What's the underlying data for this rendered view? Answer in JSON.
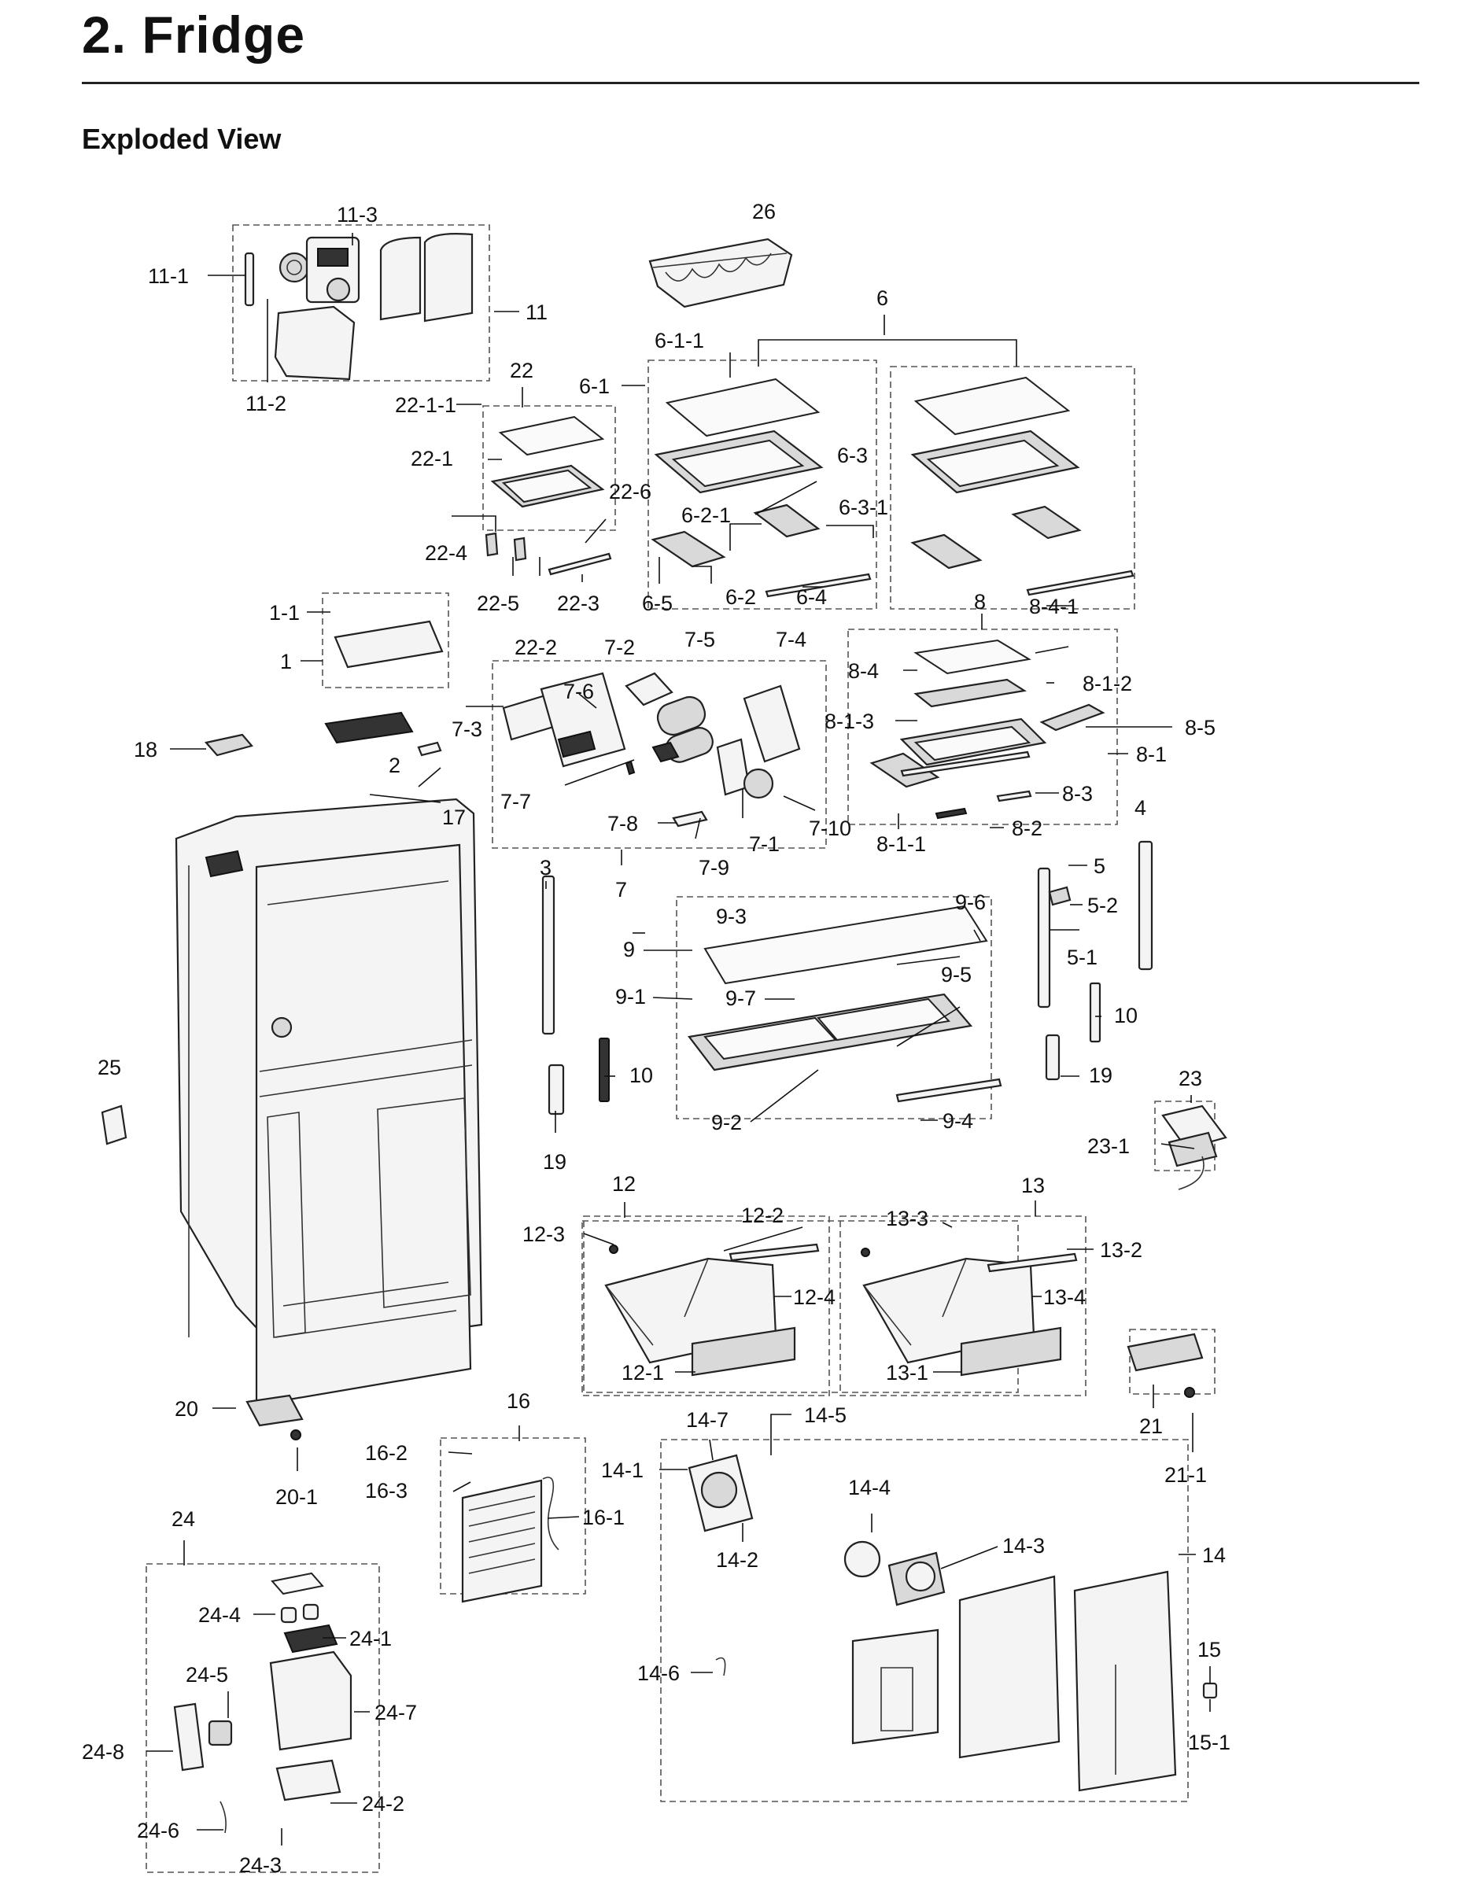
{
  "header": {
    "title": "2.  Fridge",
    "section": "Exploded View"
  },
  "labels": {
    "l_11_3": "11-3",
    "l_11_1": "11-1",
    "l_11": "11",
    "l_11_2": "11-2",
    "l_26": "26",
    "l_6": "6",
    "l_6_1_1": "6-1-1",
    "l_6_1": "6-1",
    "l_22": "22",
    "l_22_1_1": "22-1-1",
    "l_22_1": "22-1",
    "l_22_6": "22-6",
    "l_6_3": "6-3",
    "l_6_3_1": "6-3-1",
    "l_6_2_1": "6-2-1",
    "l_22_4": "22-4",
    "l_22_5": "22-5",
    "l_22_3": "22-3",
    "l_6_5": "6-5",
    "l_6_2": "6-2",
    "l_6_4": "6-4",
    "l_8": "8",
    "l_8_4_1": "8-4-1",
    "l_1_1": "1-1",
    "l_1": "1",
    "l_22_2": "22-2",
    "l_7_2": "7-2",
    "l_7_5": "7-5",
    "l_7_4": "7-4",
    "l_8_4": "8-4",
    "l_8_1_2": "8-1-2",
    "l_7_6": "7-6",
    "l_8_1_3": "8-1-3",
    "l_8_5": "8-5",
    "l_18": "18",
    "l_7_3": "7-3",
    "l_8_1": "8-1",
    "l_2": "2",
    "l_7_7": "7-7",
    "l_8_3": "8-3",
    "l_17": "17",
    "l_7_8": "7-8",
    "l_7_1": "7-1",
    "l_7_10": "7-10",
    "l_8_2": "8-2",
    "l_8_1_1": "8-1-1",
    "l_7_9": "7-9",
    "l_4": "4",
    "l_7": "7",
    "l_3": "3",
    "l_5": "5",
    "l_5_2": "5-2",
    "l_9_3": "9-3",
    "l_9_6": "9-6",
    "l_9": "9",
    "l_5_1": "5-1",
    "l_9_5": "9-5",
    "l_9_1": "9-1",
    "l_9_7": "9-7",
    "l_10a": "10",
    "l_10b": "10",
    "l_25": "25",
    "l_19a": "19",
    "l_19b": "19",
    "l_23": "23",
    "l_9_2": "9-2",
    "l_9_4": "9-4",
    "l_23_1": "23-1",
    "l_12": "12",
    "l_13": "13",
    "l_12_2": "12-2",
    "l_12_3": "12-3",
    "l_13_3": "13-3",
    "l_13_2": "13-2",
    "l_12_4": "12-4",
    "l_13_4": "13-4",
    "l_12_1": "12-1",
    "l_13_1": "13-1",
    "l_16": "16",
    "l_14_7": "14-7",
    "l_14_5": "14-5",
    "l_20": "20",
    "l_21": "21",
    "l_16_2": "16-2",
    "l_14_1": "14-1",
    "l_20_1": "20-1",
    "l_21_1": "21-1",
    "l_16_3": "16-3",
    "l_16_1": "16-1",
    "l_14_4": "14-4",
    "l_24": "24",
    "l_14_2": "14-2",
    "l_14_3": "14-3",
    "l_14": "14",
    "l_24_4": "24-4",
    "l_24_1": "24-1",
    "l_15": "15",
    "l_24_5": "24-5",
    "l_14_6": "14-6",
    "l_24_7": "24-7",
    "l_24_8": "24-8",
    "l_15_1": "15-1",
    "l_24_2": "24-2",
    "l_24_6": "24-6",
    "l_24_3": "24-3"
  }
}
